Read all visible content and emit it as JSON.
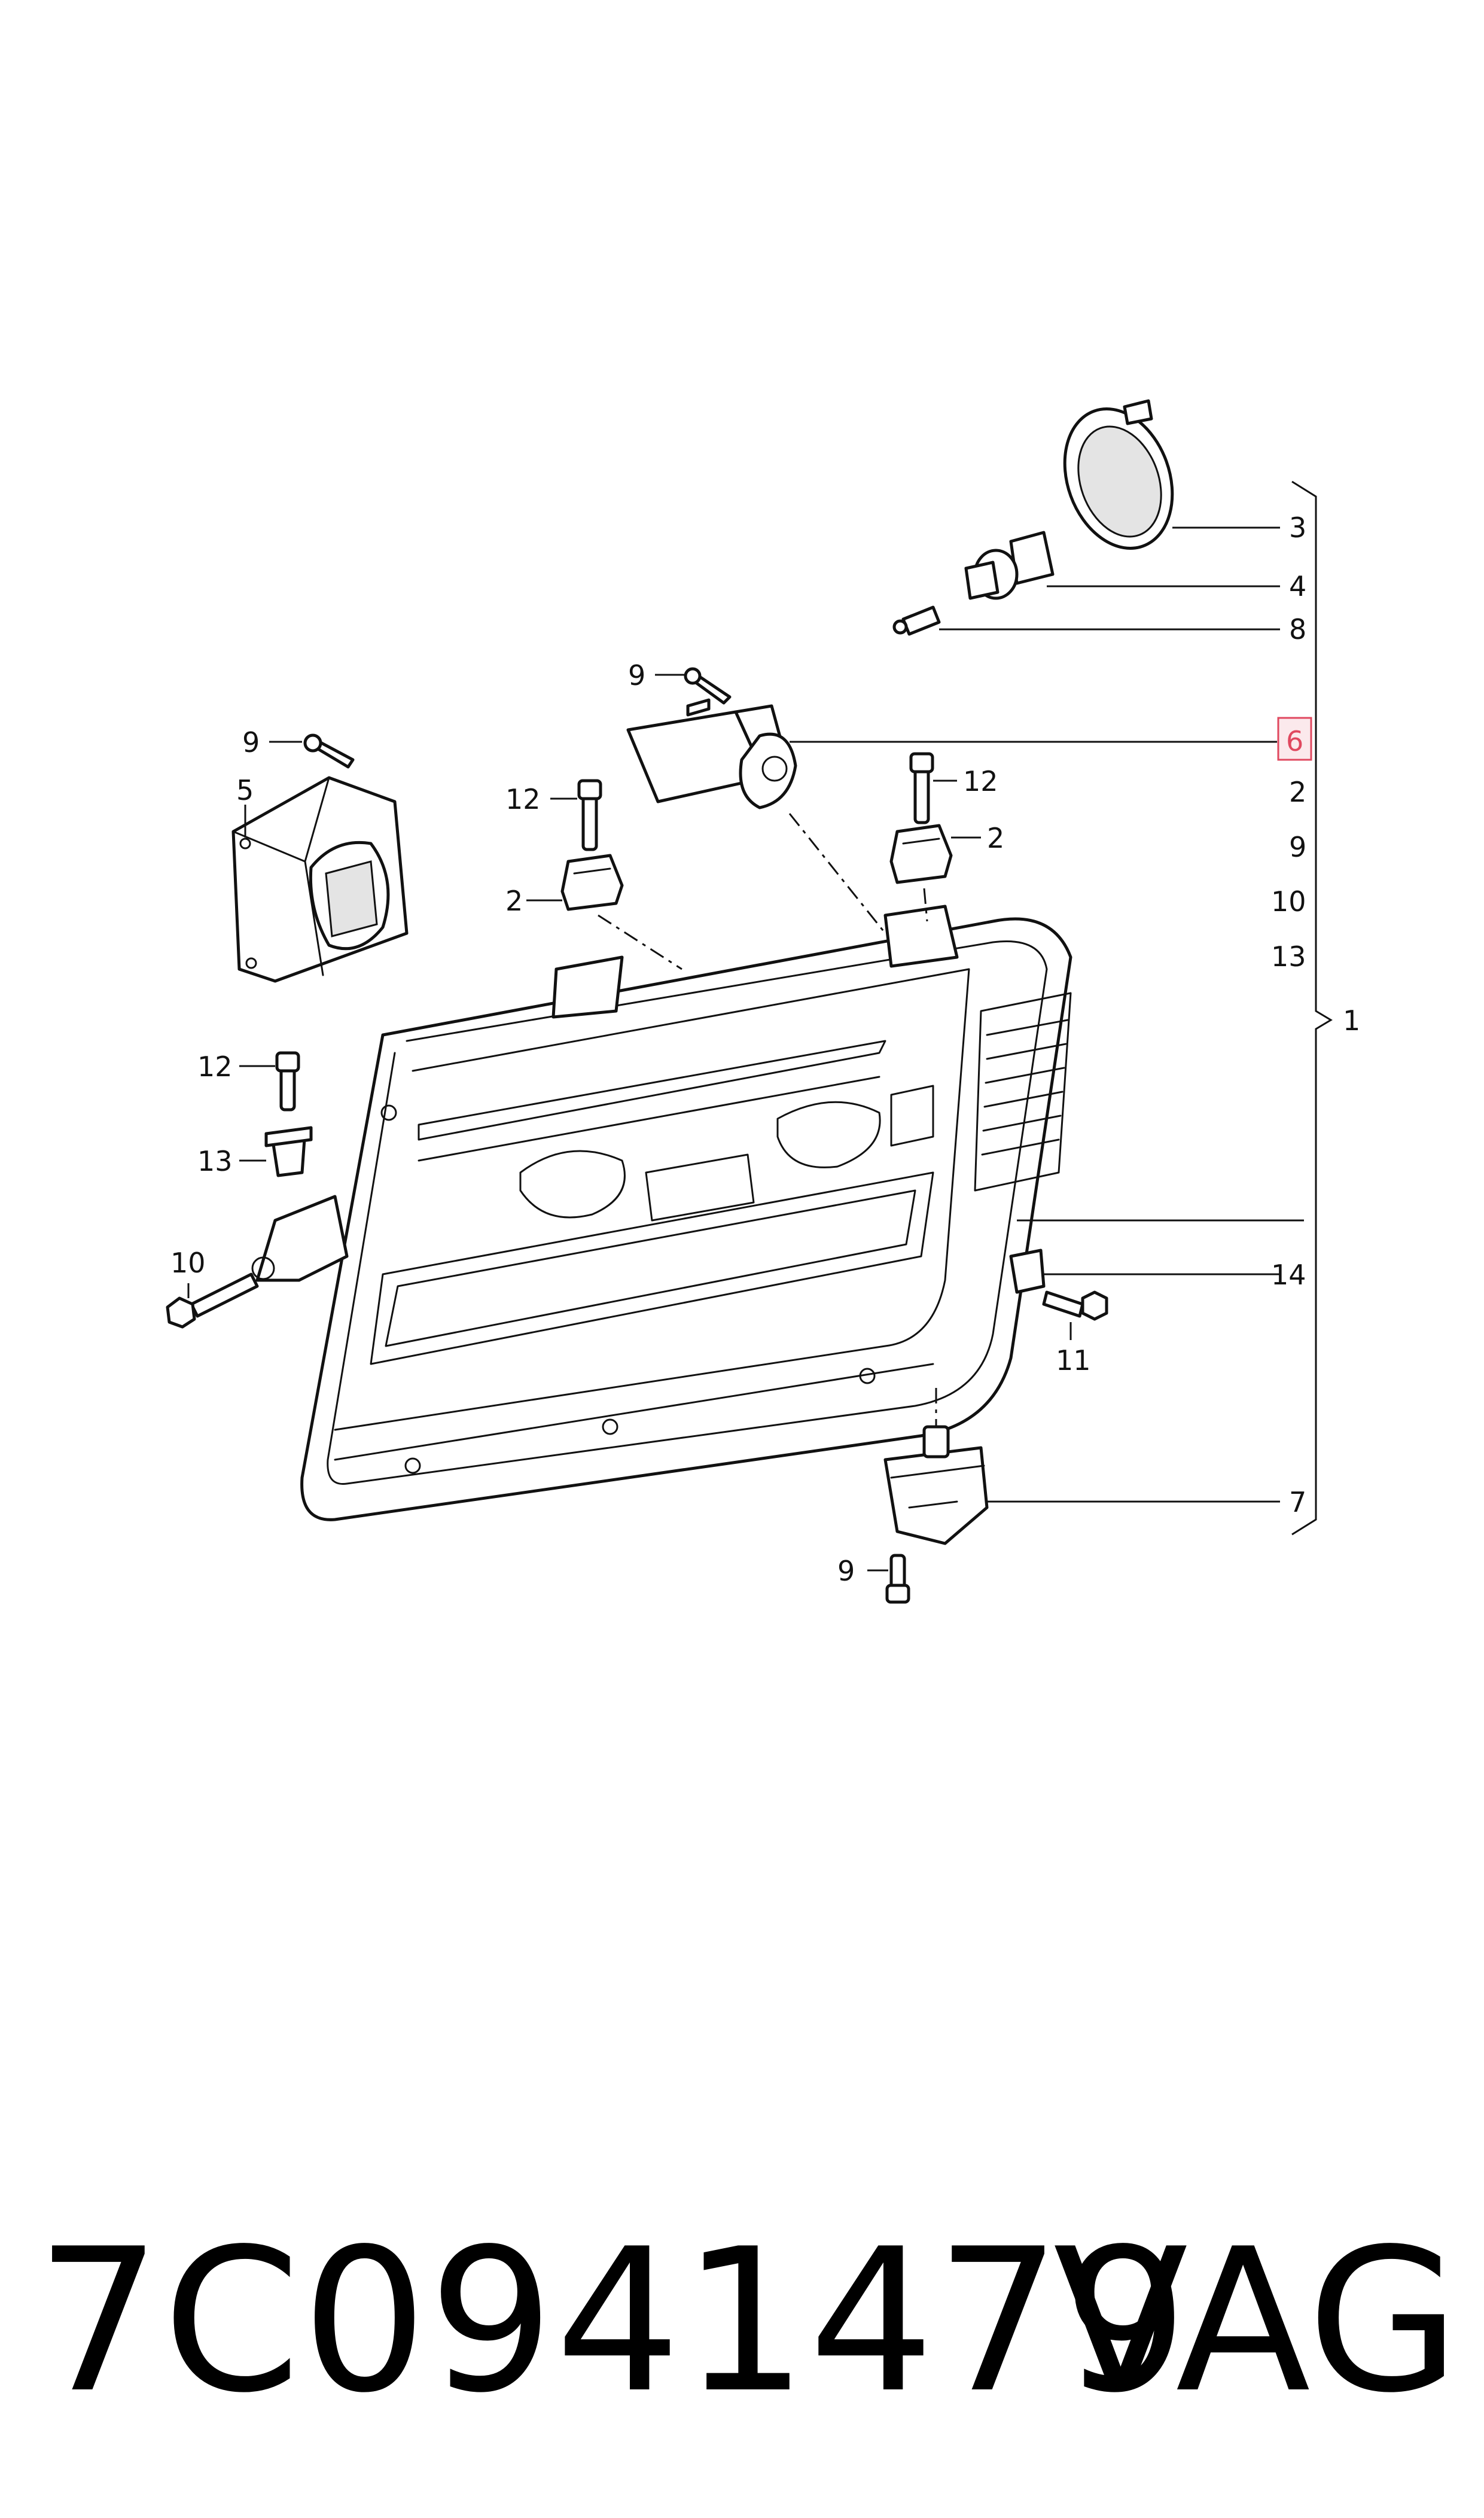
{
  "diagram": {
    "callouts": {
      "c3": "3",
      "c4": "4",
      "c8": "8",
      "c6": "6",
      "c2_right_list": "2",
      "c9_right_list": "9",
      "c10_right_list": "10",
      "c13_right_list": "13",
      "c1": "1",
      "c14": "14",
      "c11": "11",
      "c7": "7",
      "c9_top": "9",
      "c9_module": "9",
      "c5": "5",
      "c12_left": "12",
      "c2_left": "2",
      "c12_right": "12",
      "c2_right": "2",
      "c12_bracket": "12",
      "c13_bracket": "13",
      "c10_bracket": "10",
      "c9_bottom": "9"
    },
    "highlighted_callout": "6",
    "highlight_color": "#e0485f",
    "line_color": "#111111"
  },
  "footer": {
    "part_number": "7C0941479",
    "brand": "VAG"
  }
}
